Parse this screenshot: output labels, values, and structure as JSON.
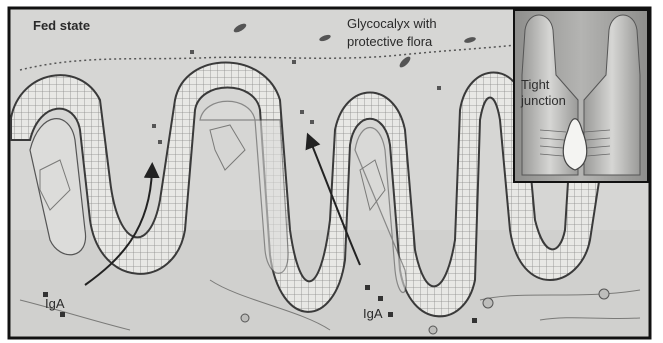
{
  "figure": {
    "title": "Fed state",
    "labels": {
      "glycocalyx_line1": "Glycocalyx with",
      "glycocalyx_line2": "protective flora",
      "tight_junction_line1": "Tight",
      "tight_junction_line2": "junction",
      "iga_left": "IgA",
      "iga_right": "IgA"
    },
    "colors": {
      "background": "#d4d4d2",
      "epithelium": "#e9e9e6",
      "outline": "#3a3a3a",
      "inset_background": "#9c9c9a",
      "border": "#111111"
    }
  }
}
